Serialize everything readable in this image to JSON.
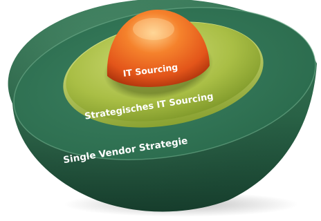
{
  "diagram": {
    "layers": [
      {
        "id": "inner",
        "label": "IT Sourcing"
      },
      {
        "id": "middle",
        "label": "Strategisches IT Sourcing"
      },
      {
        "id": "outer",
        "label": "Single Vendor Strategie"
      }
    ]
  },
  "colors": {
    "outer_top": "#2f7356",
    "outer_body_light": "#4a8f6a",
    "outer_body_dark": "#173f2e",
    "middle_light": "#c6d66a",
    "middle_dark": "#7f9a2a",
    "inner_highlight": "#ffd08a",
    "inner_mid": "#f26a1f",
    "inner_dark": "#b8350c"
  }
}
